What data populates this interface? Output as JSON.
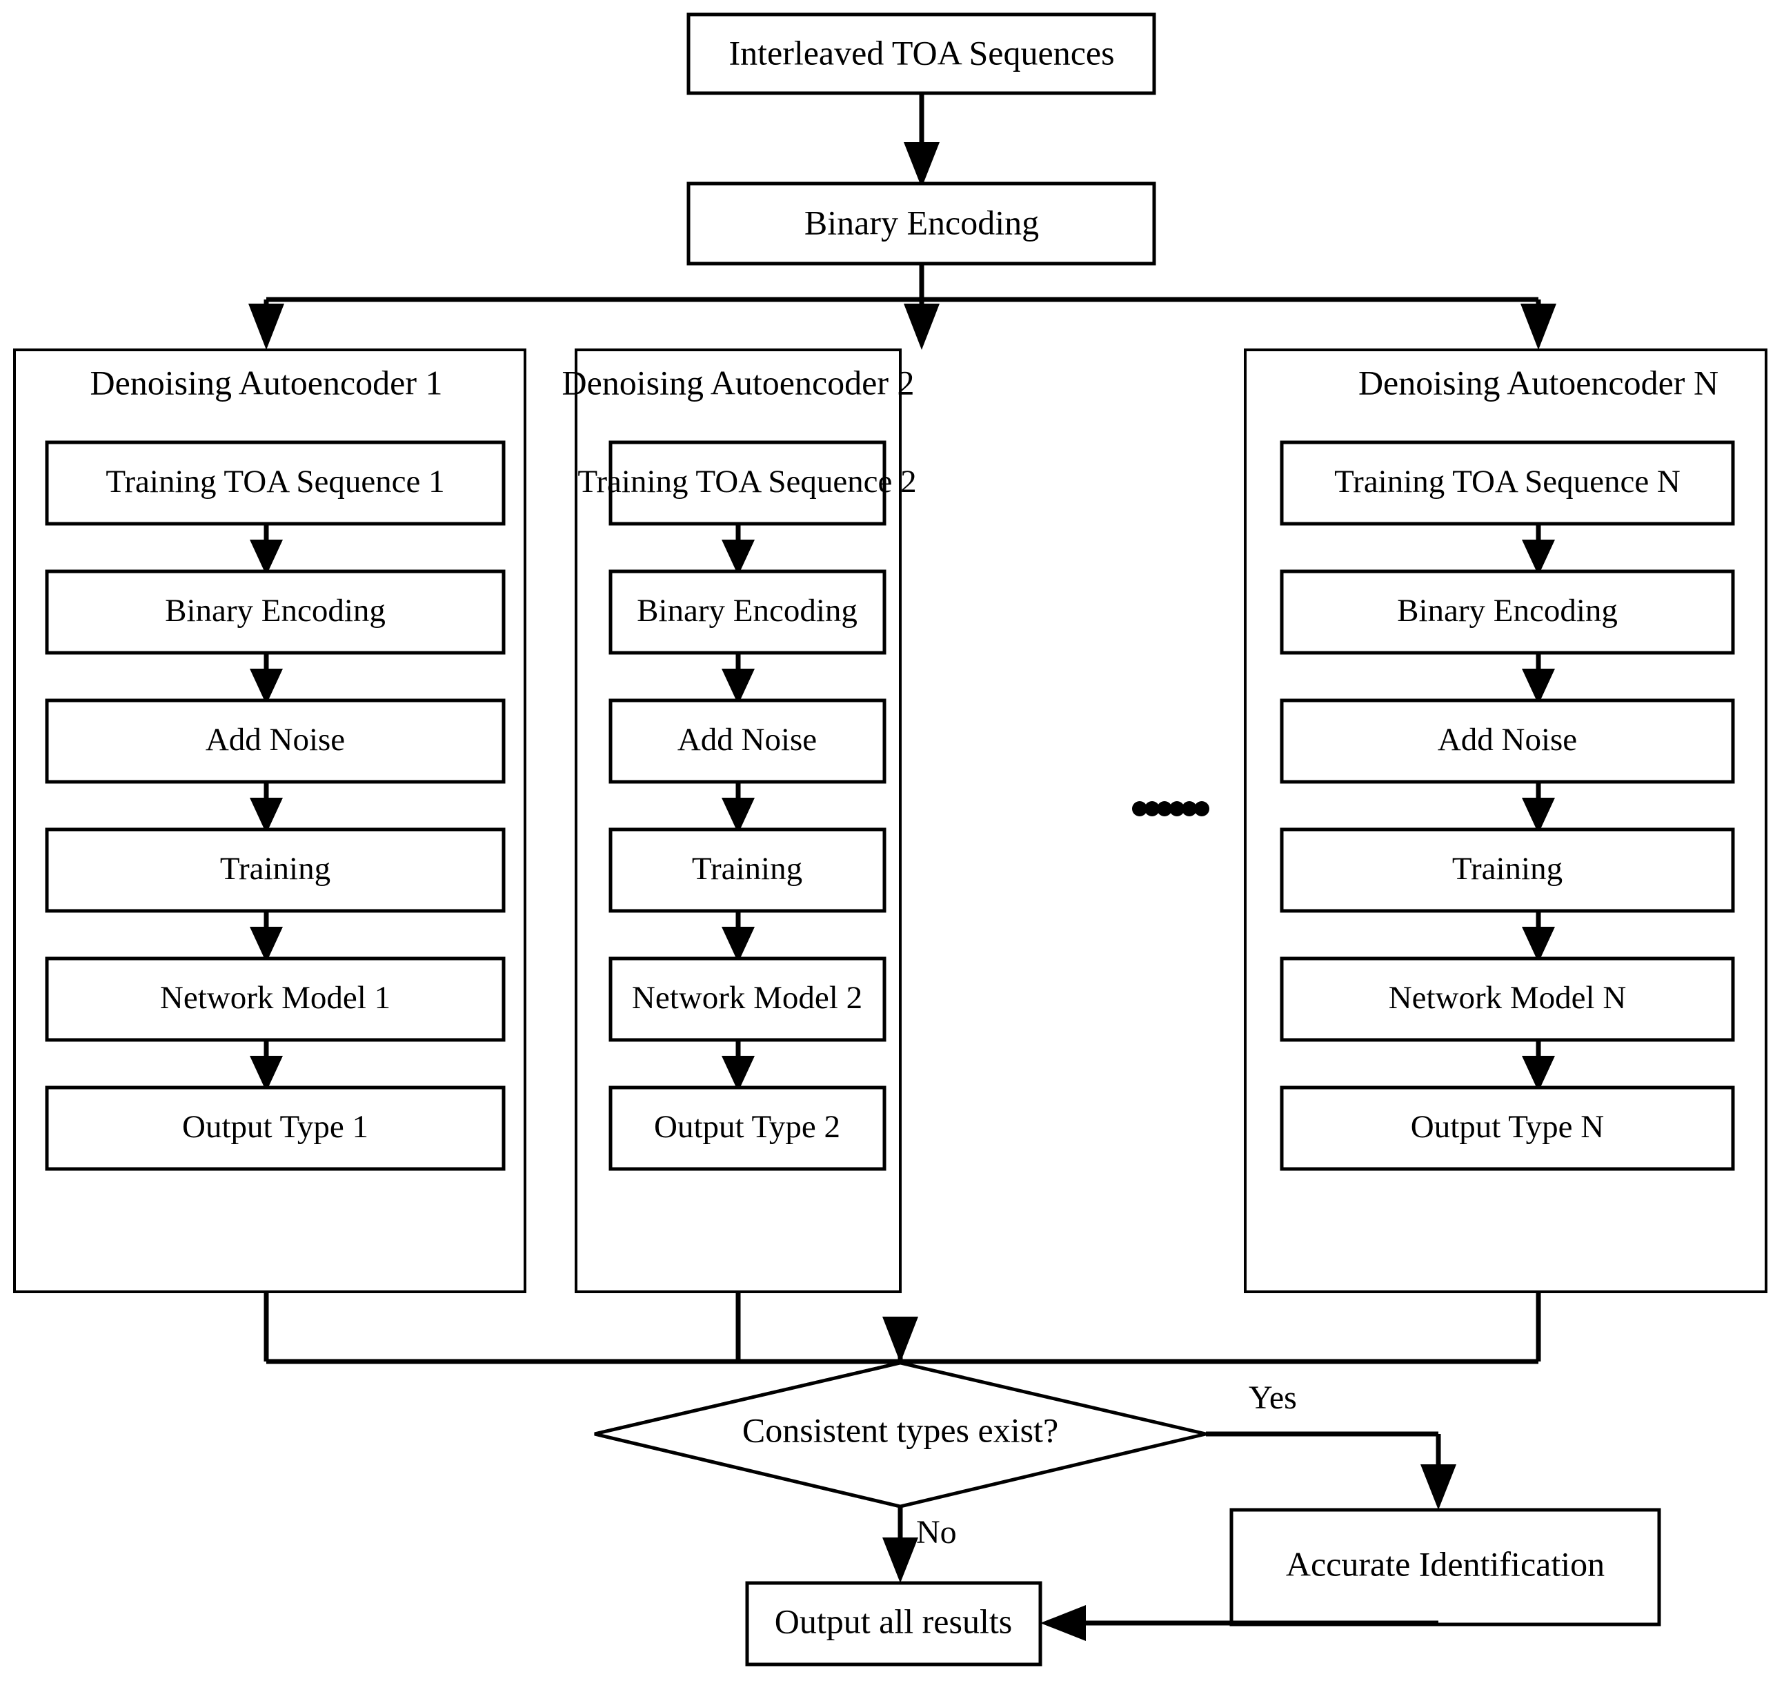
{
  "diagram": {
    "title": "Denoising Autoencoder TOA Sequence Identification Flowchart",
    "colors": {
      "background": "#ffffff",
      "stroke": "#000000",
      "fill": "#ffffff"
    },
    "top": {
      "input_box": "Interleaved TOA Sequences",
      "encoding_box": "Binary Encoding"
    },
    "branches": [
      {
        "group_label": "Denoising Autoencoder 1",
        "steps": [
          "Training TOA Sequence 1",
          "Binary Encoding",
          "Add Noise",
          "Training",
          "Network Model 1",
          "Output Type 1"
        ]
      },
      {
        "group_label": "Denoising Autoencoder 2",
        "steps": [
          "Training TOA Sequence 2",
          "Binary Encoding",
          "Add Noise",
          "Training",
          "Network Model 2",
          "Output Type 2"
        ]
      },
      {
        "group_label": "Denoising Autoencoder N",
        "steps": [
          "Training TOA Sequence N",
          "Binary Encoding",
          "Add Noise",
          "Training",
          "Network Model N",
          "Output Type N"
        ]
      }
    ],
    "ellipsis": "• • • • • •",
    "decision": {
      "question": "Consistent types exist?",
      "yes_label": "Yes",
      "no_label": "No"
    },
    "outcomes": {
      "accurate": "Accurate Identification",
      "output_all": "Output all results"
    }
  }
}
